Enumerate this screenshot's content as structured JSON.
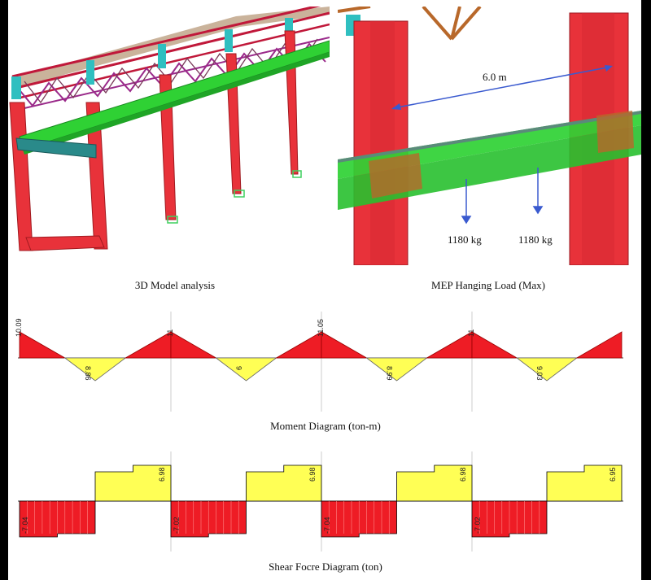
{
  "captions": {
    "model": "3D Model analysis",
    "mep": "MEP Hanging Load (Max)",
    "moment": "Moment Diagram (ton-m)",
    "shear": "Shear Focre Diagram (ton)"
  },
  "mep": {
    "span_label": "6.0 m",
    "loads": [
      "1180 kg",
      "1180 kg"
    ]
  },
  "colors": {
    "column": "#e8323a",
    "beam": "#2fd134",
    "truss_red": "#c0183a",
    "truss_purple": "#9a2a8a",
    "bracket": "#2fbfc0",
    "negative": "#ee1c25",
    "positive": "#ffff55"
  },
  "moment_labels": {
    "support": [
      "10.09",
      "11",
      "11.05",
      "11"
    ],
    "midspan": [
      "8.86",
      "9",
      "8.99",
      "9.03"
    ]
  },
  "shear_labels": {
    "positive": [
      "6.98",
      "6.98",
      "6.98",
      "6.95"
    ],
    "negative": [
      "-7.04",
      "-7.02",
      "-7.04",
      "-7.02"
    ]
  }
}
